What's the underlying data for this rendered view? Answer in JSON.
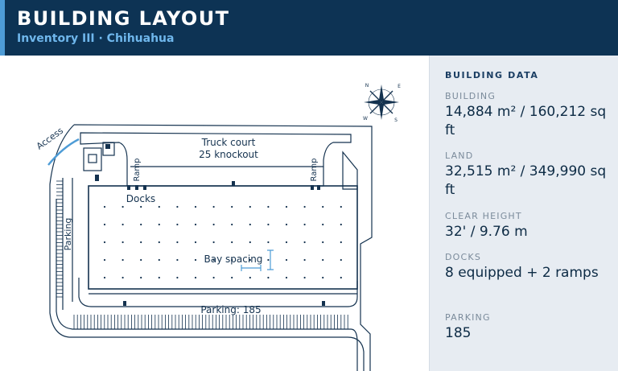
{
  "header": {
    "title": "BUILDING LAYOUT",
    "subtitle": "Inventory III · Chihuahua"
  },
  "plan": {
    "labels": {
      "access": "Access",
      "truck_court_line1": "Truck court",
      "truck_court_line2": "25 knockout",
      "ramp_left": "Ramp",
      "ramp_right": "Ramp",
      "docks": "Docks",
      "parking_west": "Parking",
      "bay_spacing": "Bay spacing",
      "parking_south": "Parking: 185"
    },
    "compass": {
      "north": "N",
      "south": "S",
      "east": "E",
      "west": "W"
    }
  },
  "panel": {
    "title": "BUILDING DATA",
    "fields": [
      {
        "label": "BUILDING",
        "value": "14,884 m² / 160,212 sq ft"
      },
      {
        "label": "LAND",
        "value": "32,515 m² / 349,990 sq ft"
      },
      {
        "label": "CLEAR HEIGHT",
        "value": "32' / 9.76 m"
      },
      {
        "label": "DOCKS",
        "value": "8 equipped + 2 ramps"
      },
      {
        "label": "PARKING",
        "value": "185"
      }
    ]
  },
  "colors": {
    "header_bg": "#0d3354",
    "header_accent": "#4e9cd6",
    "subtitle": "#6fb7ec",
    "line": "#14324f",
    "panel_bg": "#e7ecf2"
  }
}
